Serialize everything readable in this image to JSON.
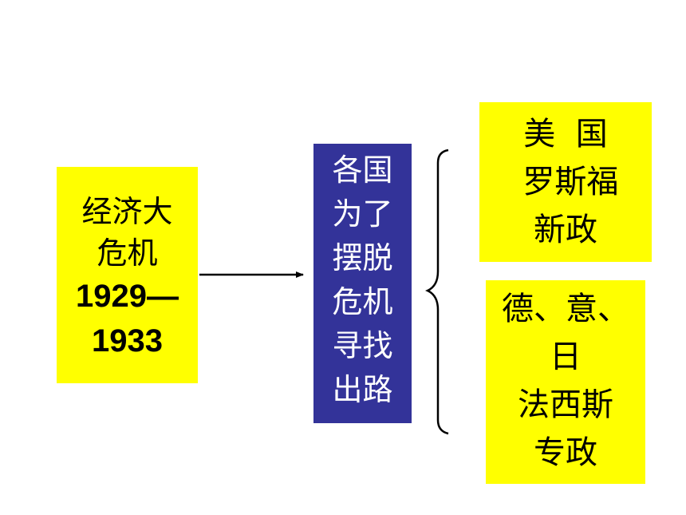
{
  "colors": {
    "highlight_box": "#ffff00",
    "center_box": "#333399",
    "center_text": "#ffffff",
    "text": "#000000",
    "line": "#000000"
  },
  "crisis": {
    "line1": "经济大",
    "line2": "危机",
    "year_start": "1929—",
    "year_end": "1933"
  },
  "center": {
    "lines": [
      "各国",
      "为了",
      "摆脱",
      "危机",
      "寻找",
      "出路"
    ]
  },
  "usa": {
    "lines": [
      "美  国",
      " 罗斯福",
      "新政"
    ]
  },
  "fascist": {
    "lines": [
      "德、意、",
      "日",
      "法西斯",
      "专政"
    ]
  }
}
